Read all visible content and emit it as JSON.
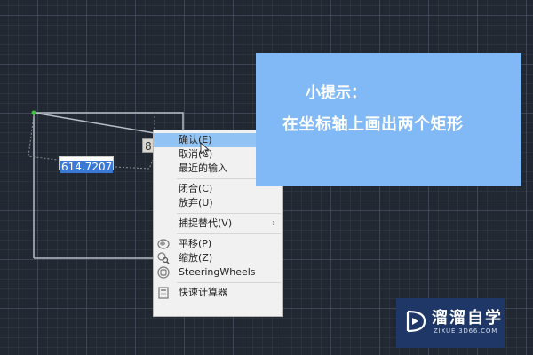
{
  "canvas": {
    "background_color": "#212832",
    "dimension_input": {
      "value": "614.7207"
    },
    "dimension_badge": {
      "text": "8"
    }
  },
  "context_menu": {
    "groups": [
      [
        {
          "label": "确认(E)",
          "highlighted": true,
          "icon": null
        },
        {
          "label": "取消(C)",
          "icon": null
        },
        {
          "label": "最近的输入",
          "icon": null
        }
      ],
      [
        {
          "label": "闭合(C)",
          "icon": null
        },
        {
          "label": "放弃(U)",
          "icon": null
        }
      ],
      [
        {
          "label": "捕捉替代(V)",
          "submenu": true,
          "arrow": "›",
          "icon": null
        }
      ],
      [
        {
          "label": "平移(P)",
          "icon": "pan-icon"
        },
        {
          "label": "缩放(Z)",
          "icon": "zoom-icon"
        },
        {
          "label": "SteeringWheels",
          "icon": "steeringwheels-icon"
        }
      ],
      [
        {
          "label": "快速计算器",
          "icon": "calculator-icon"
        }
      ]
    ],
    "highlight_color": "#91c4f5"
  },
  "tip_panel": {
    "title": "小提示：",
    "text": "在坐标轴上画出两个矩形",
    "background_color": "#80b9f5"
  },
  "watermark": {
    "name": "溜溜自学",
    "url": "ZIXUE.3D66.COM",
    "background_color": "#1e3766"
  }
}
